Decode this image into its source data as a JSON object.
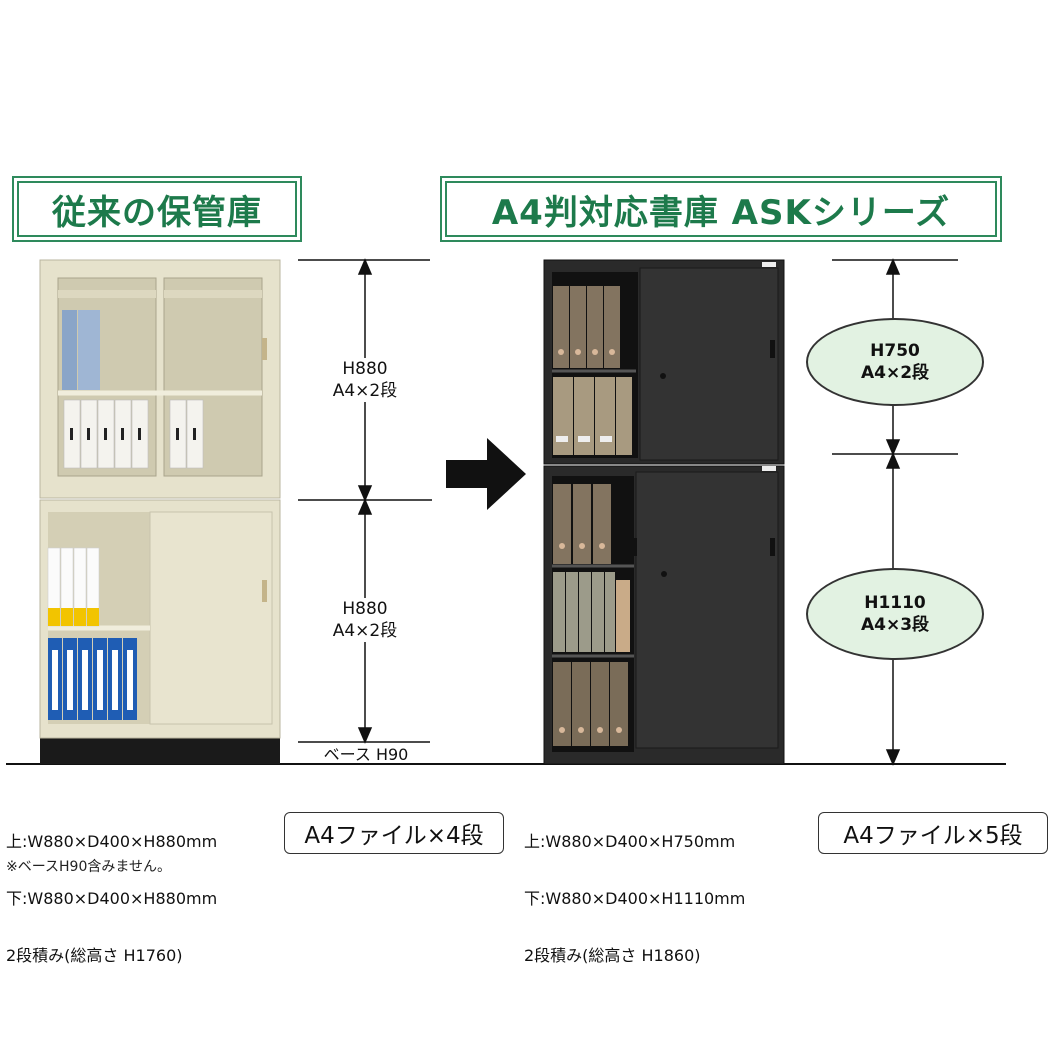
{
  "left": {
    "title": "従来の保管庫",
    "upper_dim": {
      "h": "H880",
      "cap": "A4×2段"
    },
    "lower_dim": {
      "h": "H880",
      "cap": "A4×2段"
    },
    "base_label": "ベース H90",
    "spec_lines": [
      "上:W880×D400×H880mm",
      "下:W880×D400×H880mm",
      "2段積み(総高さ H1760)"
    ],
    "note": "※ベースH90含みません。",
    "capacity": "A4ファイル×4段",
    "colors": {
      "cabinet": "#e6e2cc",
      "base": "#1a1a1a"
    }
  },
  "right": {
    "title": "A4判対応書庫 ASKシリーズ",
    "upper_dim": {
      "h": "H750",
      "cap": "A4×2段"
    },
    "lower_dim": {
      "h": "H1110",
      "cap": "A4×3段"
    },
    "spec_lines": [
      "上:W880×D400×H750mm",
      "下:W880×D400×H1110mm",
      "2段積み(総高さ H1860)"
    ],
    "capacity": "A4ファイル×5段",
    "colors": {
      "cabinet": "#2a2a2a",
      "oval_fill": "#e2f2e2"
    }
  },
  "arrow": "right-arrow-icon",
  "accent": "#2e8a5c"
}
